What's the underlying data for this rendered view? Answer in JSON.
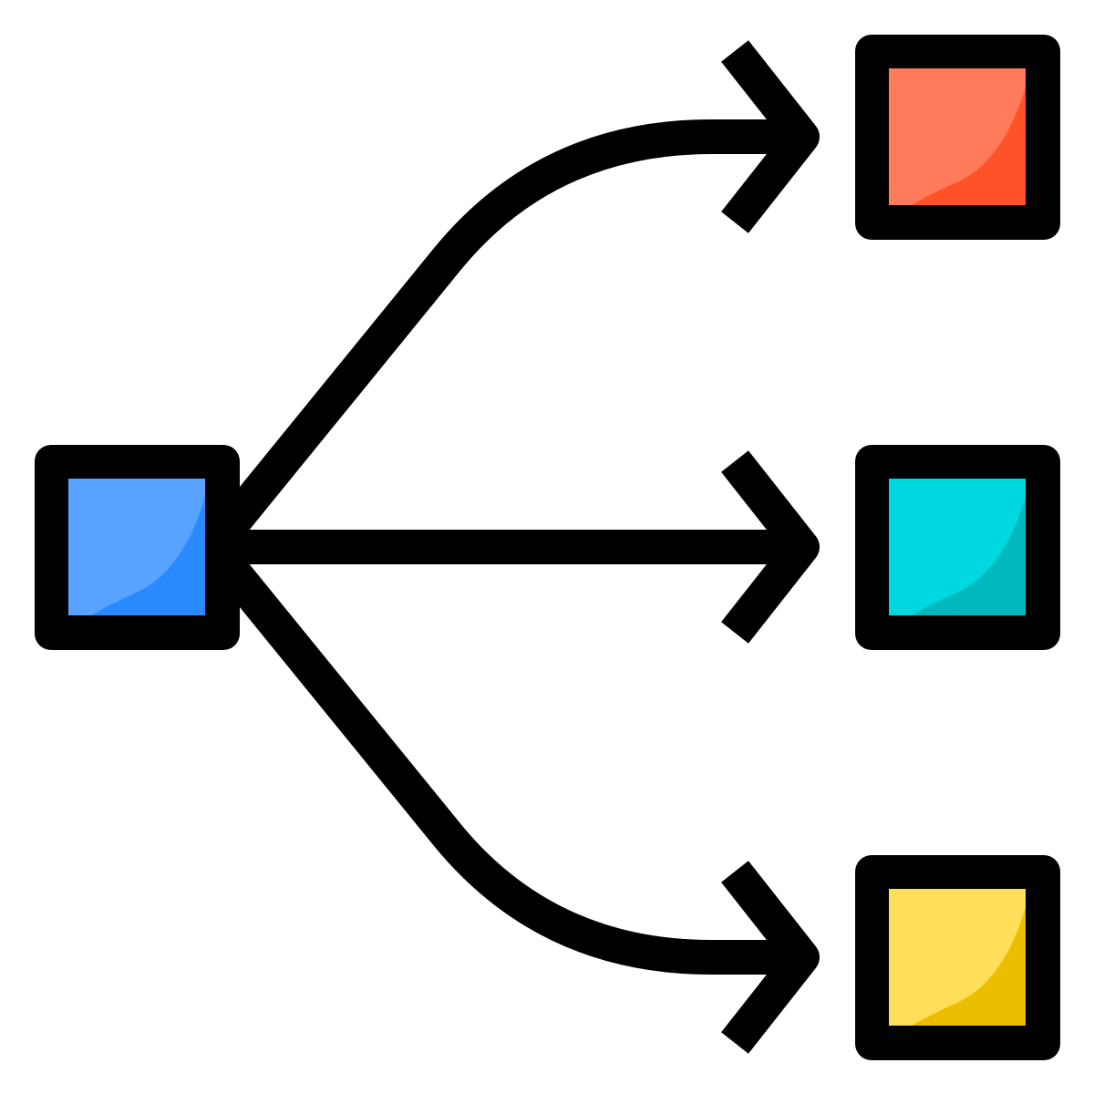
{
  "diagram": {
    "type": "one-to-many flow icon",
    "source_node": {
      "color_light": "#57A3FF",
      "color_dark": "#2989FF",
      "icon": "source-square-icon"
    },
    "target_nodes": [
      {
        "color_light": "#FF7B5A",
        "color_dark": "#FF5228",
        "icon": "target-square-icon-top"
      },
      {
        "color_light": "#00D8E0",
        "color_dark": "#00B8BE",
        "icon": "target-square-icon-middle"
      },
      {
        "color_light": "#FFDE59",
        "color_dark": "#EBBF00",
        "icon": "target-square-icon-bottom"
      }
    ],
    "connectors": [
      {
        "from": "source",
        "to": "target-1",
        "icon": "curved-arrow-up-icon"
      },
      {
        "from": "source",
        "to": "target-2",
        "icon": "straight-arrow-icon"
      },
      {
        "from": "source",
        "to": "target-3",
        "icon": "curved-arrow-down-icon"
      }
    ],
    "outline_color": "#000000",
    "background_color": "#FFFFFF"
  }
}
